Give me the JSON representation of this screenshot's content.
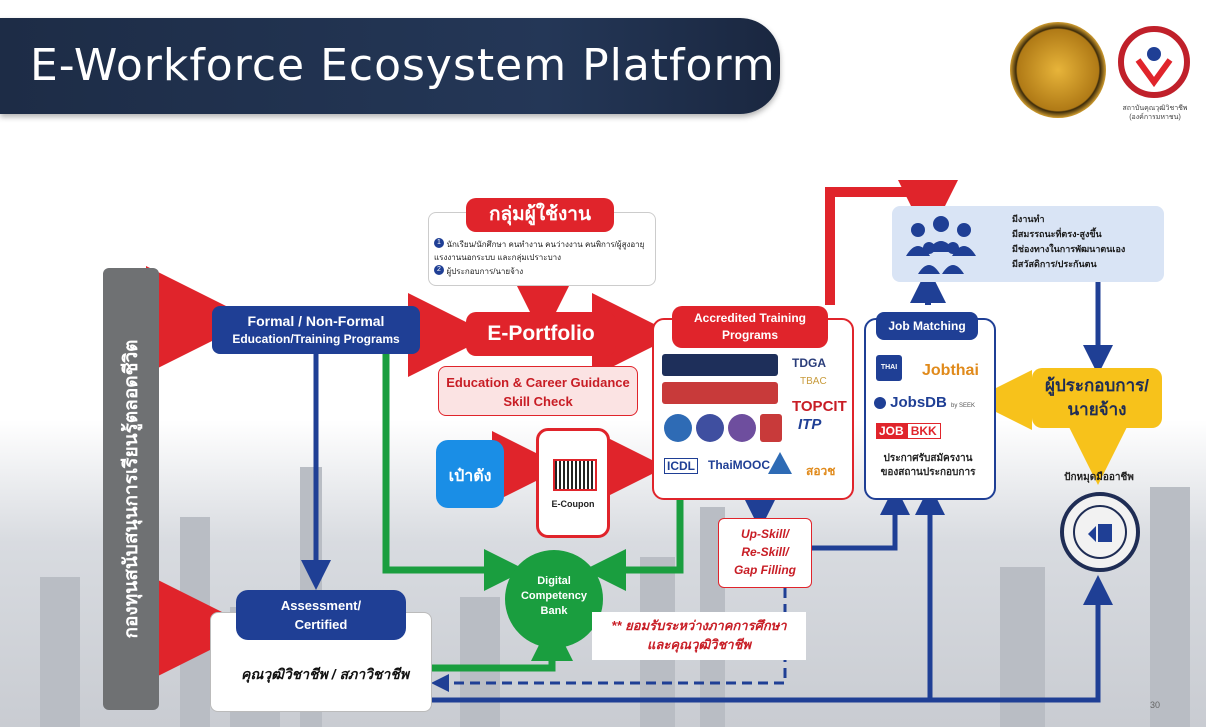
{
  "title": "E-Workforce Ecosystem Platform",
  "side_label": "กองทุนสนับสนุนการเรียนรู้ตลอดชีวิต",
  "tpqi_caption": "สถาบันคุณวุฒิวิชาชีพ (องค์การมหาชน)",
  "user_group": {
    "header": "กลุ่มผู้ใช้งาน",
    "items": [
      "นักเรียน/นักศึกษา คนทำงาน คนว่างงาน คนพิการ/ผู้สูงอายุ แรงงานนอกระบบ และกลุ่มเปราะบาง",
      "ผู้ประกอบการ/นายจ้าง"
    ]
  },
  "formal_box": {
    "line1": "Formal / Non-Formal",
    "line2": "Education/Training Programs"
  },
  "eportfolio": "E-Portfolio",
  "guidance": {
    "line1": "Education & Career Guidance",
    "line2": "Skill Check"
  },
  "paotang": "เป๋าตัง",
  "ecoupon": "E-Coupon",
  "accredited": {
    "header_line1": "Accredited Training",
    "header_line2": "Programs",
    "logos": [
      "TDGA",
      "TBAC",
      "TOPCIT",
      "ITP",
      "ICDL",
      "ThaiMOOC",
      "สอวช"
    ]
  },
  "job_matching": {
    "header": "Job Matching",
    "logos": [
      "THAI",
      "Jobthai",
      "JobsDB",
      "by SEEK",
      "JOB",
      "BKK"
    ],
    "caption_line1": "ประกาศรับสมัครงาน",
    "caption_line2": "ของสถานประกอบการ"
  },
  "outcomes": [
    "มีงานทำ",
    "มีสมรรถนะที่ตรง-สูงขึ้น",
    "มีช่องทางในการพัฒนาตนเอง",
    "มีสวัสดิการ/ประกันตน"
  ],
  "employer": {
    "line1": "ผู้ประกอบการ/",
    "line2": "นายจ้าง"
  },
  "certmark_label": "ปักหมุดมืออาชีพ",
  "upskill": {
    "line1": "Up-Skill/",
    "line2": "Re-Skill/",
    "line3": "Gap Filling"
  },
  "dcb": {
    "line1": "Digital",
    "line2": "Competency",
    "line3": "Bank"
  },
  "assessment": {
    "line1": "Assessment/",
    "line2": "Certified"
  },
  "qualification": "คุณวุฒิวิชาชีพ / สภาวิชาชีพ",
  "note": {
    "line1": "** ยอมรับระหว่างภาคการศึกษา",
    "line2": "และคุณวุฒิวิชาชีพ"
  },
  "page_number": "30",
  "colors": {
    "navy": "#1f3f95",
    "red": "#e0242b",
    "green": "#1a9e3f",
    "yellow": "#f7c21b",
    "light_blue": "#d9e4f5"
  }
}
